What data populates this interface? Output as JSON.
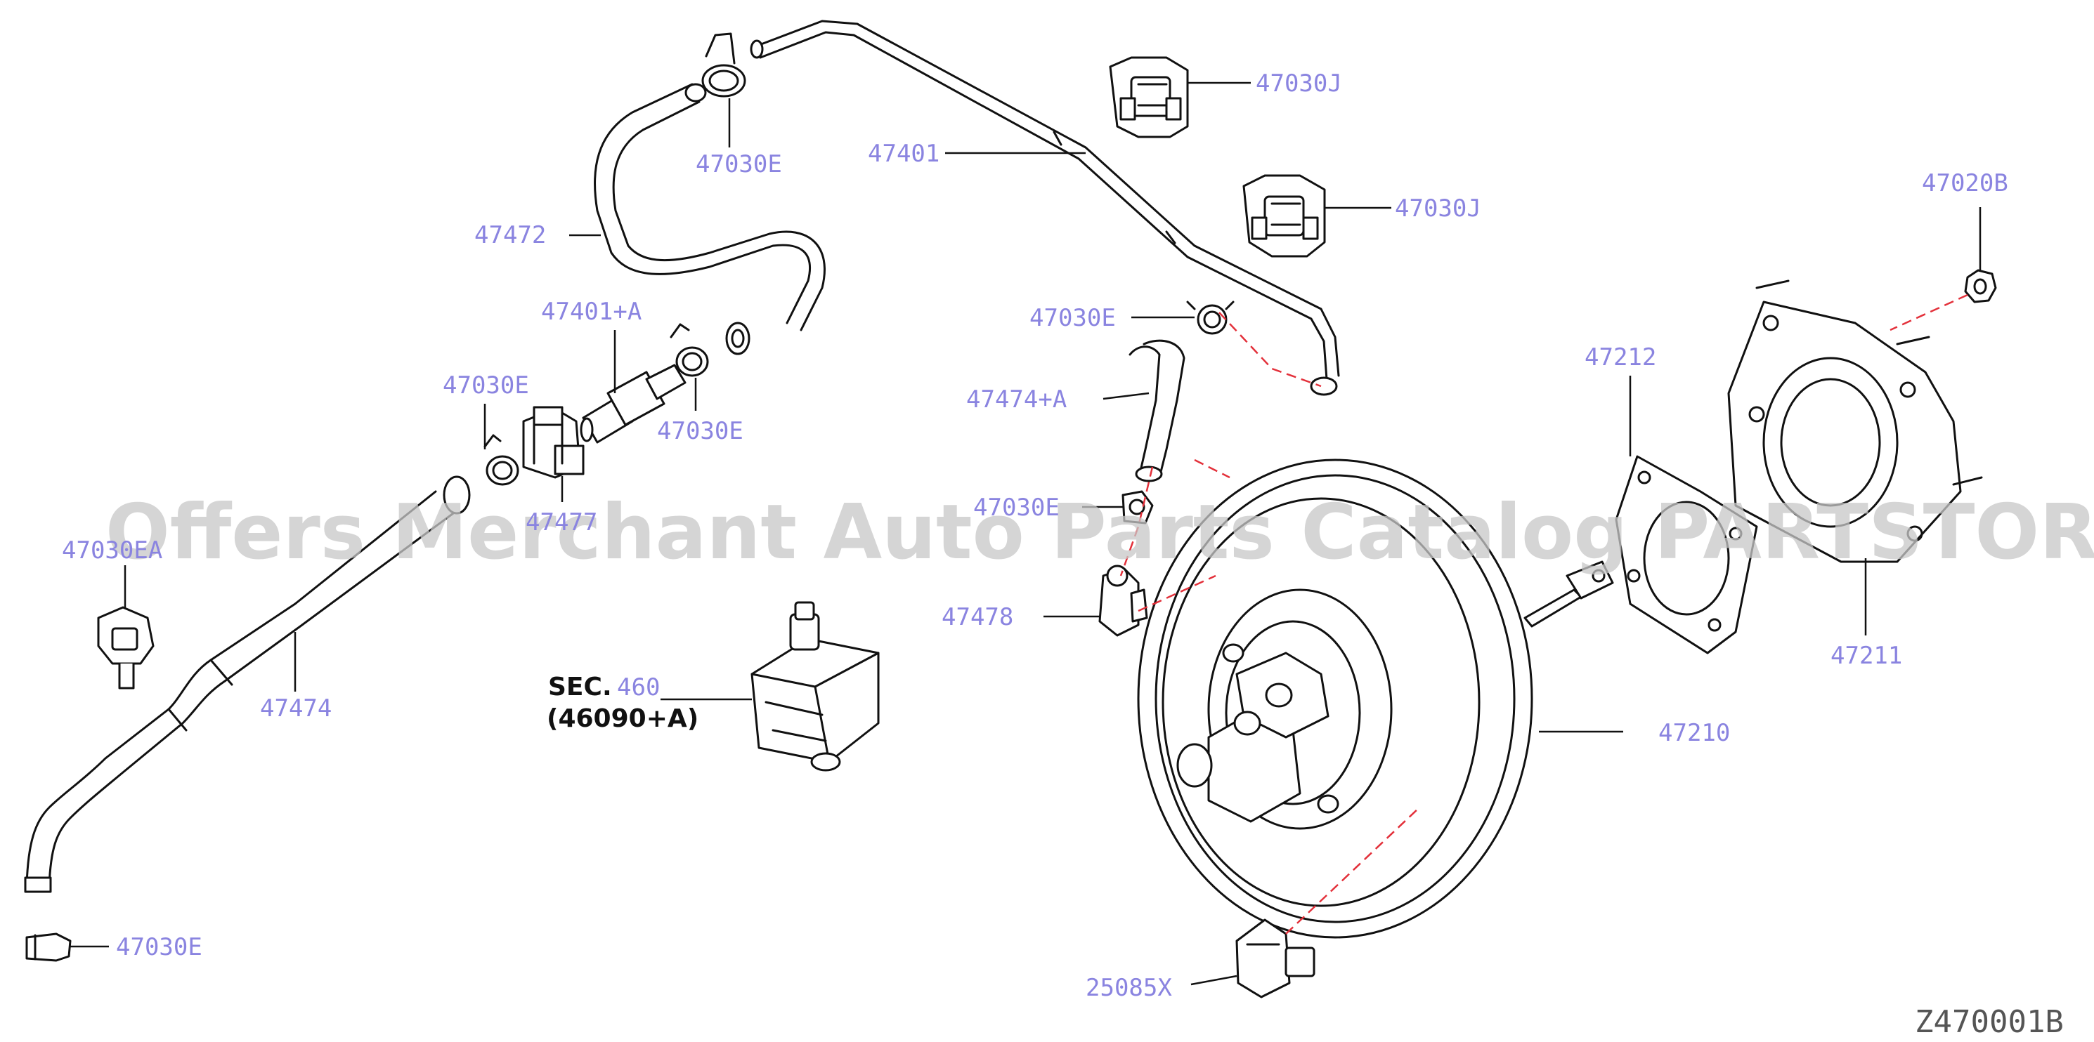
{
  "labels": {
    "p47030J_a": "47030J",
    "p47030J_b": "47030J",
    "p47030E_top": "47030E",
    "p47401": "47401",
    "p47020B": "47020B",
    "p47472": "47472",
    "p47401A": "47401+A",
    "p47030E_mid1": "47030E",
    "p47030E_mid2": "47030E",
    "p47030E_hose": "47030E",
    "p47474A": "47474+A",
    "p47212": "47212",
    "p47030E_lower": "47030E",
    "p47477": "47477",
    "p47030EA": "47030EA",
    "p47478": "47478",
    "p47211": "47211",
    "p47474": "47474",
    "sec_line1": "SEC.",
    "sec_line1_num": "460",
    "sec_line2": "(46090+A)",
    "p47210": "47210",
    "p47030E_bottom": "47030E",
    "p25085X": "25085X"
  },
  "diagram_code": "Z470001B",
  "watermark": "Offers Merchant Auto Parts Catalog PARTSTORE.SA",
  "colors": {
    "label": "#8a84e0",
    "callout_dash": "#e3303a",
    "line": "#111111"
  }
}
